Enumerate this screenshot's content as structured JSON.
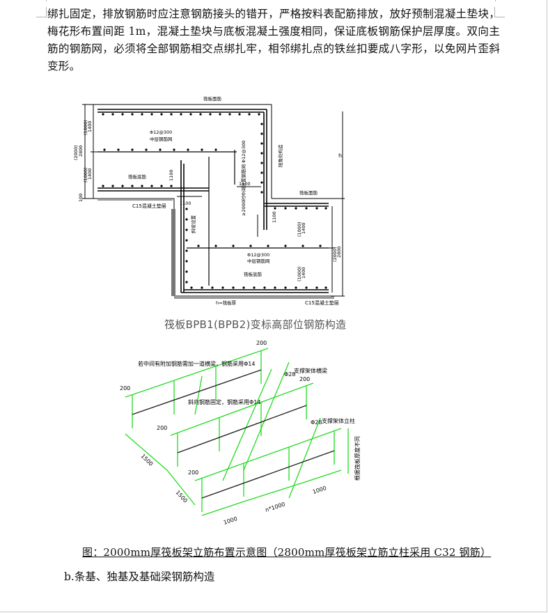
{
  "paragraph": "绑扎固定，排放钢筋时应注意钢筋接头的错开，严格按料表配筋排放，放好预制混凝土垫块，梅花形布置间距 1m，混凝土垫块与底板混凝土强度相同，保证底板钢筋保护层厚度。双向主筋的钢筋网，必须将全部钢筋相交点绑扎牢，相邻绑扎点的铁丝扣要成八字形，以免网片歪斜变形。",
  "figure1": {
    "caption": "筏板BPB1(BPB2)变标高部位钢筋构造",
    "labels": {
      "top_rebar": "筏板面筋",
      "mid_rebar_1": "Φ12@300",
      "mid_net_1": "中层钢筋网",
      "bottom_rebar_1": "筏板底筋",
      "c15_left": "C15混凝土垫层",
      "vertical_rebar": "≥2000时中间设置钢筋网 Φ12@300",
      "dim_1100_a": "1100",
      "dim_1100_b": "1100",
      "dim_1100_c": "1100",
      "dim_1100_d": "1100",
      "right_top_rebar": "筏板面筋",
      "right_side": "阳角处构造",
      "mid_rebar_2": "Φ12@300",
      "mid_net_2": "中层钢筋网",
      "bottom_rebar_2": "筏板底筋",
      "c15_right": "C15混凝土垫层",
      "bottom_note": "h=筏板厚",
      "dim_2800_left": "2800",
      "dim_2000_left": "(2000)",
      "dim_1400_top": "1400",
      "dim_1000_top": "(1000)",
      "dim_1400_bot": "1400",
      "dim_1000_bot": "(1000)",
      "dim_100": "100",
      "dim_2800_right": "2800",
      "dim_2000_right": "(2000)",
      "dim_1400_r": "1400",
      "dim_1000_r": "(1000)",
      "dim_1400_r2": "1400",
      "dim_1000_r2": "(1000)",
      "dim_h": "h",
      "side_note": "斜坡设置"
    }
  },
  "figure2": {
    "labels": {
      "note_top": "若中间有附加钢筋需加一道横梁，钢筋采用Φ14",
      "note_mid": "斜向钢筋固定，钢筋采用Φ14",
      "phi28_a": "Φ28",
      "support_beam": "支撑架体横梁",
      "phi28_b": "Φ28",
      "support_post": "支撑架体立柱",
      "side_text": "根据筏板厚度不同",
      "d200_1": "200",
      "d200_2": "200",
      "d200_3": "200",
      "d200_4": "200",
      "d200_5": "200",
      "d1500_1": "1500",
      "d1500_2": "1500",
      "d1000_1": "1000",
      "d_n1000": "n*1000",
      "d1000_2": "1000"
    }
  },
  "caption2": "图：2000mm厚筏板架立筋布置示意图（2800mm厚筏板架立筋立柱采用 C32 钢筋）",
  "section_title": "b.条基、独基及基础梁钢筋构造"
}
